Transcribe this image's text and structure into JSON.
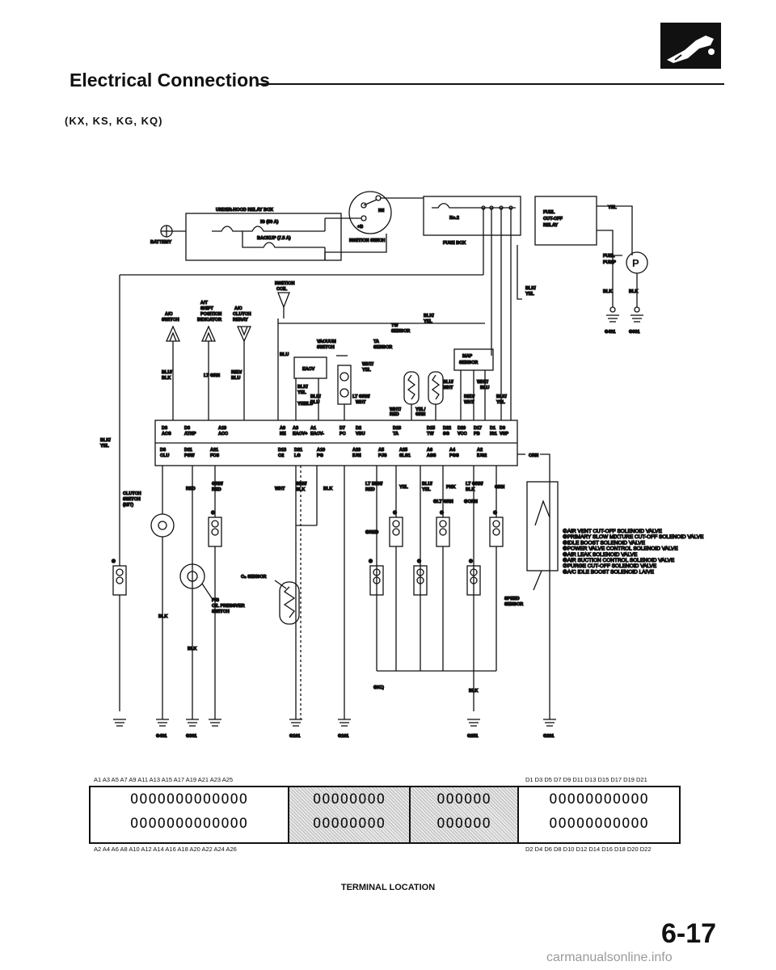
{
  "page": {
    "title": "Electrical Connections",
    "subtitle": "(KX, KS, KG, KQ)",
    "page_number": "6-17",
    "watermark": "carmanualsonline.info"
  },
  "diagram": {
    "relay_box": "UNDER-HOOD RELAY BOX",
    "fuse_ig": "IG (50 A)",
    "fuse_backup": "BACKUP (7.5 A)",
    "battery": "BATTEMY",
    "ignition_switch": "IGNITION SWICH",
    "ig1": "IGI",
    "plus_b": "+B",
    "fuse_box": "FUSE BOX",
    "fuse_no2": "No.2",
    "fuel_cutoff_relay": [
      "FUEL",
      "CUT-OFF",
      "RELAY"
    ],
    "fuel_pump": [
      "FUEL",
      "PUMP"
    ],
    "pump_symbol": "P",
    "ignition_coil": [
      "IGNITION",
      "COIL"
    ],
    "ac_switch": [
      "A/C",
      "SWITCH"
    ],
    "at_shift": [
      "A/T",
      "SHIFT",
      "POSITION",
      "INDICATOR"
    ],
    "ac_clutch": [
      "A/C",
      "CLUTCH",
      "RERAY"
    ],
    "vacuum_switch": [
      "VACUUM",
      "SWITCH"
    ],
    "ta_sensor": [
      "TA",
      "SENSOR"
    ],
    "tw_sensor": [
      "TW",
      "SENSOR"
    ],
    "map_sensor": [
      "MAP",
      "SENSOR"
    ],
    "eacv": "EACV",
    "clutch_switch": [
      "CLUTCH",
      "SWITCH",
      "(M/T)"
    ],
    "o2_sensor": "O₂ SENSOR",
    "ps_switch": [
      "P/S",
      "OIL PRESSVER",
      "SWITCH"
    ],
    "speed_sensor": [
      "SPEED",
      "SENSOR"
    ],
    "wires": {
      "yel": "YEL",
      "blk": "BLK",
      "blk_yel": [
        "BLK/",
        "YEL"
      ],
      "blu": "BLU",
      "blu_blk": [
        "BLU/",
        "BLK"
      ],
      "lt_grn": "LT GRN",
      "red_blu": [
        "RED/",
        "BLU"
      ],
      "wht_yel": [
        "WHT/",
        "YEL"
      ],
      "blu_wht": [
        "BLU/",
        "WHT"
      ],
      "wht_blu": [
        "WHT/",
        "BLU"
      ],
      "red_wht": [
        "RED/",
        "WHT"
      ],
      "blk_yel2": [
        "BLK/",
        "YEL"
      ],
      "yel_blu": [
        "YEL/",
        "BLU"
      ],
      "blk_blu": [
        "BLK/",
        "BLU"
      ],
      "ltgrn_wht": [
        "LT GRN/",
        "WHT"
      ],
      "wht_red": [
        "WHT/",
        "RED"
      ],
      "yel_grn": [
        "YEL/",
        "GRN"
      ],
      "red": "RED",
      "grn_red": [
        "GRN/",
        "RED"
      ],
      "wht": "WHT",
      "brn_blk": [
        "BRN/",
        "BLK"
      ],
      "ltbrn_red": [
        "LT BRN/",
        "RED"
      ],
      "blu_yel": [
        "BLU/",
        "YEL"
      ],
      "pnk": "PNK",
      "ltgrn_blk": [
        "LT GRN/",
        "BLK"
      ],
      "grn": "GRN",
      "orn": "ORN",
      "star_ltgrn": "✳LT GRN",
      "star_orn": "✳ORN",
      "star_red": "✳RED",
      "star_kq": "✳KQ"
    },
    "terminals_row1": [
      [
        "D8",
        "ACS"
      ],
      [
        "D8",
        "ATNP"
      ],
      [
        "A19",
        "ACC"
      ],
      [
        "A9",
        "NE"
      ],
      [
        "A3",
        "EACV+"
      ],
      [
        "A1",
        "EACV-"
      ],
      [
        "D7",
        "PC"
      ],
      [
        "D2",
        "VBU"
      ],
      [
        "D18",
        "TA"
      ],
      [
        "D15",
        "TW"
      ],
      [
        "D22",
        "SG"
      ],
      [
        "D20",
        "VCC"
      ],
      [
        "D17",
        "PB"
      ],
      [
        "D1",
        "IG1"
      ],
      [
        "D9",
        "VSP"
      ]
    ],
    "terminals_row2": [
      [
        "D8",
        "CLU"
      ],
      [
        "D11",
        "PSW"
      ],
      [
        "A21",
        "FCS"
      ],
      [
        "D13",
        "O2"
      ],
      [
        "D21",
        "LG"
      ],
      [
        "A10",
        "PG"
      ],
      [
        "A23",
        "IUSI"
      ],
      [
        "A5",
        "PJS"
      ],
      [
        "A25",
        "SLS1"
      ],
      [
        "A6",
        "ASS"
      ],
      [
        "A4",
        "PGS"
      ],
      [
        "A2",
        "IUS2"
      ]
    ],
    "grounds": [
      "G401",
      "G601",
      "G401",
      "G301",
      "G101",
      "G101",
      "G251",
      "G201"
    ],
    "legend": [
      "①AIR VENT CUT-OFF SOLENOID VALVE",
      "②PRIMARY SLOW MIXTURE CUT-OFF SOLENOID VALVE",
      "③IDLE BOOST SOLENOID VALVE",
      "④POWER VALVE CONTROL SOLENOID VALVE",
      "⑤AIR LEAK SOLENOID VALVE",
      "⑥AIR SUCTION CONTROL SOLENOID VALVE",
      "⑦PURGE CUT-OFF SOLENOID VALVE",
      "⑧A/C IDLE BOOST SOLENOID LAIVE"
    ],
    "circled": [
      "①",
      "②",
      "③",
      "④",
      "⑤",
      "⑥",
      "⑦",
      "⑧"
    ]
  },
  "terminal_location": {
    "title": "TERMINAL LOCATION",
    "top_left_pins": "A1  A3  A5  A7  A9  A11 A13 A15 A17 A19 A21 A23 A25",
    "bottom_left_pins": "A2  A4  A6  A8  A10 A12 A14 A16 A18 A20 A22 A24 A26",
    "top_right_pins": "D1  D3  D5  D7  D9  D11 D13 D15 D17 D19 D21",
    "bottom_right_pins": "D2  D4  D6  D8 D10 D12 D14 D16 D18 D20 D22",
    "block1_row": "OOOOOOOOOOOOO",
    "block2_row": "OOOOOOOO",
    "block3_row": "OOOOOO",
    "block4_row": "OOOOOOOOOOO"
  }
}
